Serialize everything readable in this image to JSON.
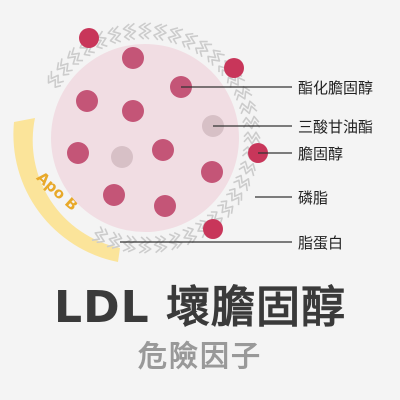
{
  "title": "LDL 壞膽固醇",
  "subtitle": "危險因子",
  "apo_label": "Apo B",
  "labels": [
    "酯化膽固醇",
    "三酸甘油酯",
    "膽固醇",
    "磷脂",
    "脂蛋白"
  ],
  "colors": {
    "core": "#f1dde3",
    "cholesterol_ester": "#c45577",
    "triglyceride": "#d7c0c6",
    "cholesterol": "#c8365a",
    "apo_b": "#fbe49a",
    "phospholipid": "#cccccc"
  }
}
